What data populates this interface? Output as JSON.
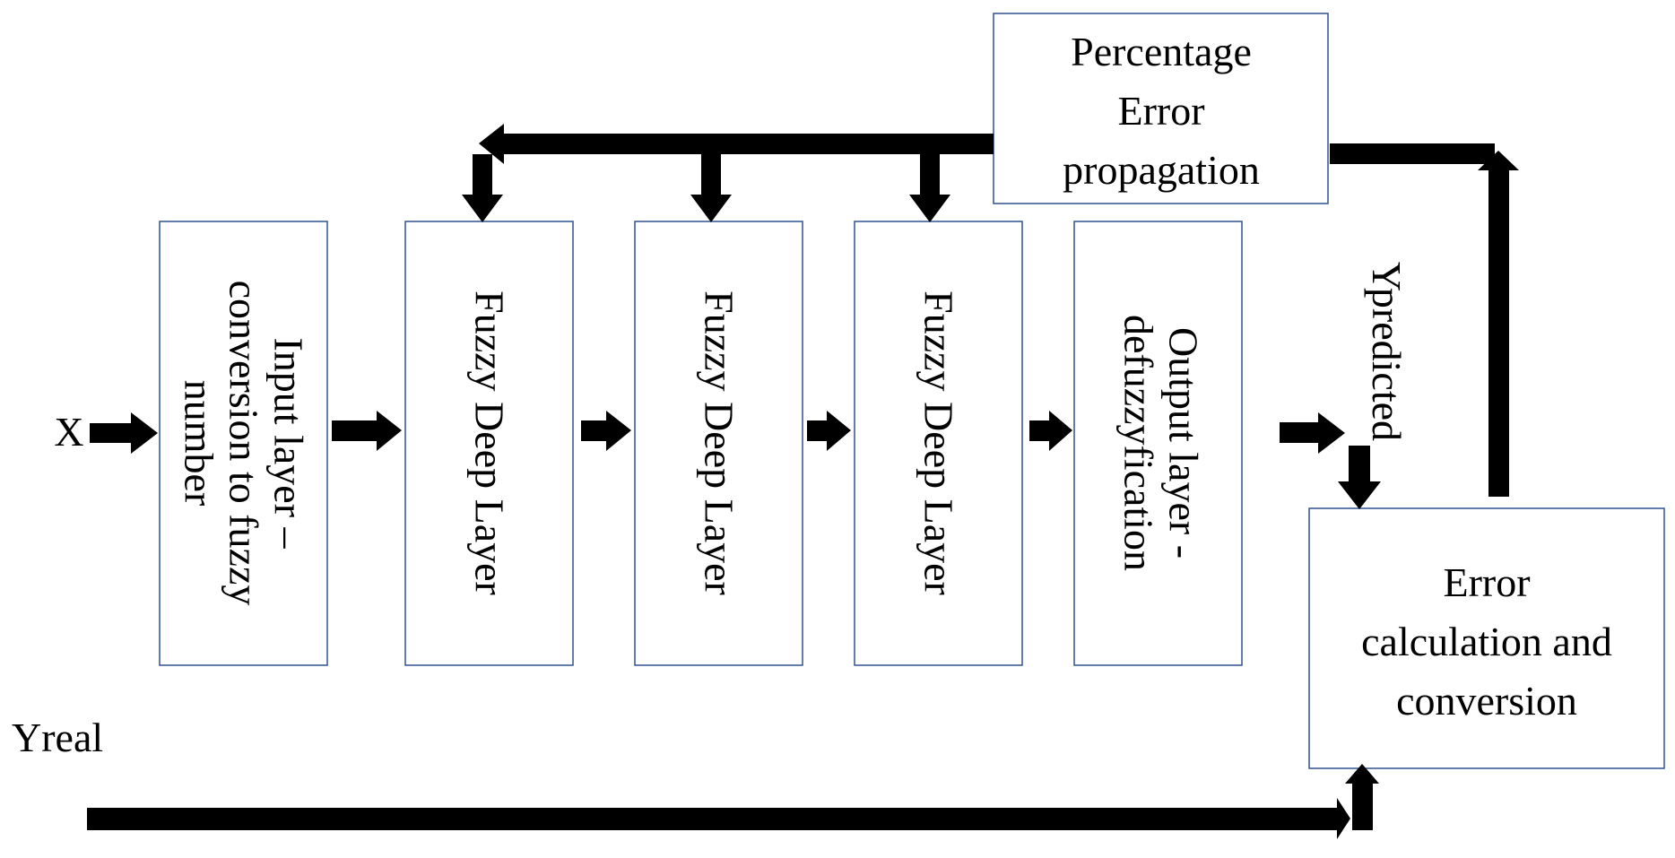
{
  "labels": {
    "x_input": "X",
    "y_real": "Yreal",
    "y_predicted": "Ypredicted"
  },
  "blocks": {
    "input_layer": [
      "Input layer –",
      "conversion to fuzzy",
      "number"
    ],
    "fuzzy_layer_1": [
      "Fuzzy Deep Layer"
    ],
    "fuzzy_layer_2": [
      "Fuzzy Deep Layer"
    ],
    "fuzzy_layer_3": [
      "Fuzzy Deep Layer"
    ],
    "output_layer": [
      "Output layer -",
      "defuzzyfication"
    ],
    "error_calculation": [
      "Error",
      "calculation and",
      "conversion"
    ],
    "error_propagation": [
      "Percentage",
      "Error",
      "propagation"
    ]
  },
  "colors": {
    "box_border": "#2f528f",
    "arrow": "#000000",
    "text": "#000000"
  }
}
